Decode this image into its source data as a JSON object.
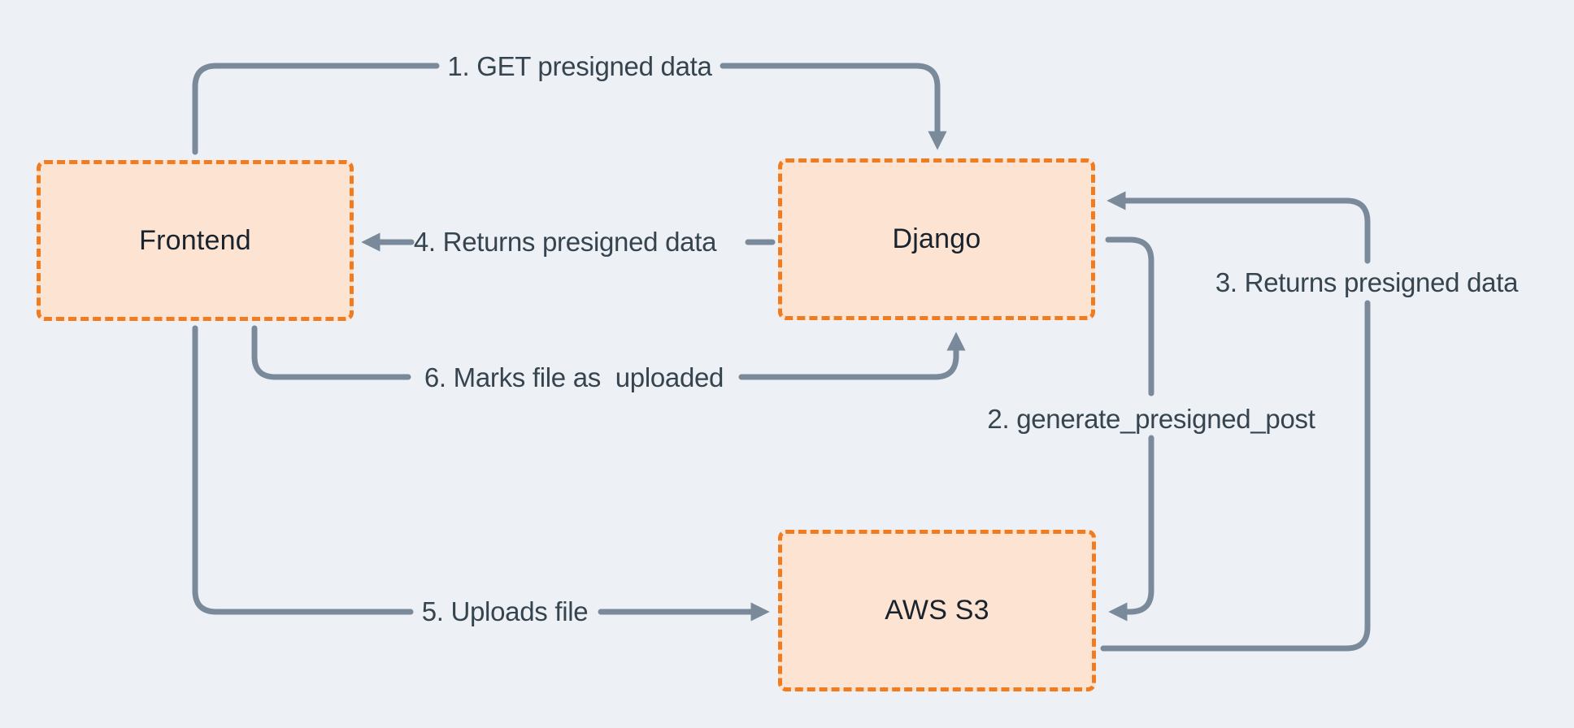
{
  "diagram": {
    "nodes": [
      {
        "id": "frontend",
        "label": "Frontend"
      },
      {
        "id": "django",
        "label": "Django"
      },
      {
        "id": "aws-s3",
        "label": "AWS S3"
      }
    ],
    "edges": [
      {
        "step": 1,
        "label": "1. GET presigned data",
        "from": "frontend",
        "to": "django"
      },
      {
        "step": 2,
        "label": "2. generate_presigned_post",
        "from": "django",
        "to": "aws-s3"
      },
      {
        "step": 3,
        "label": "3. Returns presigned data",
        "from": "aws-s3",
        "to": "django"
      },
      {
        "step": 4,
        "label": "4. Returns presigned data",
        "from": "django",
        "to": "frontend"
      },
      {
        "step": 5,
        "label": "5. Uploads file",
        "from": "frontend",
        "to": "aws-s3"
      },
      {
        "step": 6,
        "label": "6. Marks file as  uploaded",
        "from": "frontend",
        "to": "django"
      }
    ],
    "colors": {
      "background": "#EDF1F5",
      "node_fill": "#FCE3D2",
      "node_border": "#F17C20",
      "arrow": "#7A8A9B",
      "edge_text": "#36444F",
      "node_text": "#19232D"
    }
  }
}
